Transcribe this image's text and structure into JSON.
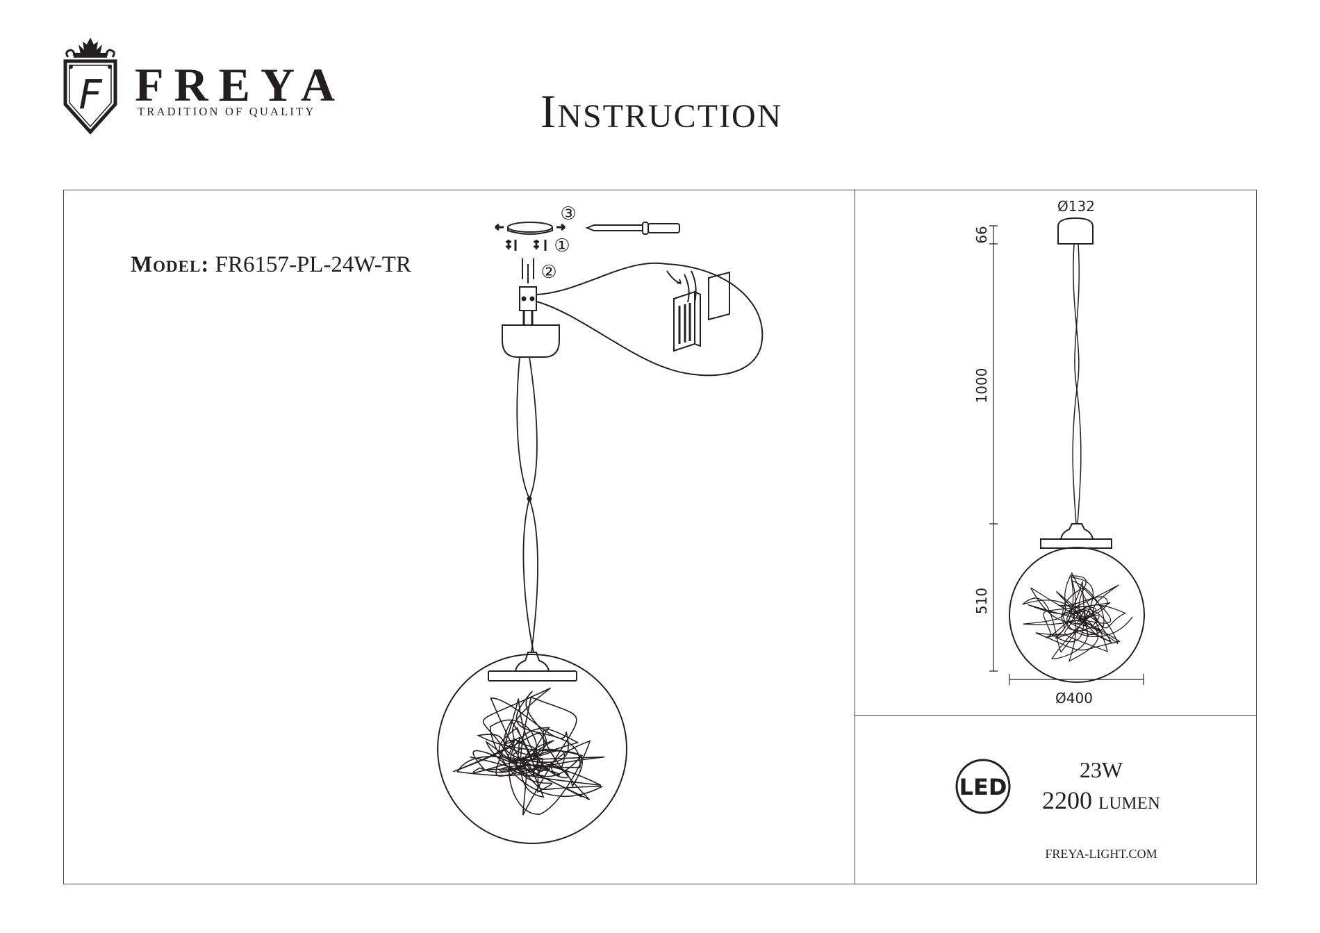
{
  "header": {
    "brand_name": "FREYA",
    "brand_tagline": "TRADITION OF QUALITY",
    "logo_monogram": "F",
    "title": "Instruction"
  },
  "model": {
    "label": "Model:",
    "value": "FR6157-PL-24W-TR"
  },
  "install_steps": [
    "①",
    "②",
    "③"
  ],
  "dimensions": {
    "canopy_diameter": "Ø132",
    "canopy_height": "66",
    "cable_length": "1000",
    "shade_height": "510",
    "shade_diameter": "Ø400"
  },
  "specs": {
    "led_badge": "LED",
    "power": "23W",
    "luminous_flux": "2200 lumen",
    "website": "FREYA-LIGHT.COM"
  },
  "colors": {
    "ink": "#231f20",
    "frame": "#444444"
  }
}
